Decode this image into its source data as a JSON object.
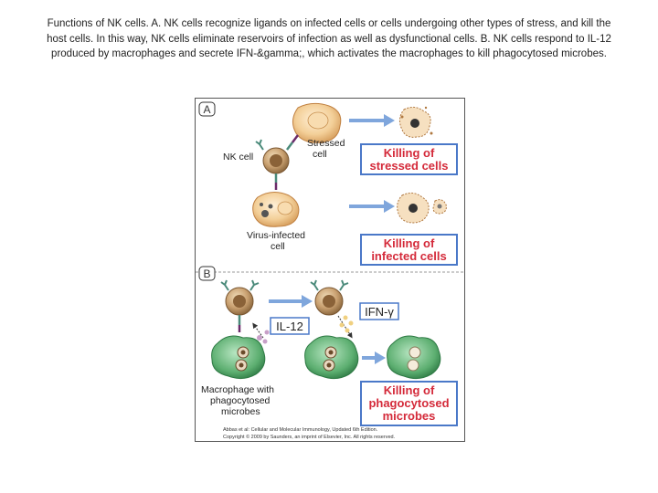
{
  "caption": "Functions of NK cells. A. NK cells recognize ligands on infected cells or cells undergoing other types of stress, and kill the host cells. In this way, NK cells eliminate reservoirs of infection as well as dysfunctional cells. B. NK cells respond to IL-12 produced by macrophages and secrete IFN-&gamma;, which activates the macrophages to kill phagocytosed microbes.",
  "panel_a": {
    "letter": "A",
    "stressed_cell": [
      "Stressed",
      "cell"
    ],
    "nk_cell": "NK cell",
    "virus_infected": [
      "Virus-infected",
      "cell"
    ],
    "killing_stressed": [
      "Killing of",
      "stressed cells"
    ],
    "killing_infected": [
      "Killing of",
      "infected cells"
    ]
  },
  "panel_b": {
    "letter": "B",
    "il12": "IL-12",
    "ifn": "IFN-γ",
    "macrophage": [
      "Macrophage with",
      "phagocytosed",
      "microbes"
    ],
    "killing_microbes": [
      "Killing of",
      "phagocytosed",
      "microbes"
    ]
  },
  "credit": [
    "Abbas et al: Cellular and Molecular Immunology, Updated 6th Edition.",
    "Copyright © 2009 by Saunders, an imprint of Elsevier, Inc. All rights reserved."
  ],
  "colors": {
    "killing_text": "#d42a3a",
    "killing_border": "#4a78c8",
    "arrow": "#7fa6dc",
    "nk_cell": "#b08a5a",
    "macrophage": "#5cae70",
    "stressed_cell": "#f0c890",
    "receptor": "#4a8a7a",
    "ligand": "#6a2a6a"
  }
}
